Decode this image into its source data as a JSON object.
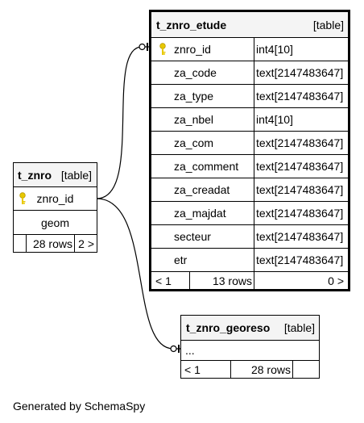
{
  "tables": {
    "etude": {
      "name": "t_znro_etude",
      "kind": "[table]",
      "columns": [
        {
          "name": "znro_id",
          "type": "int4[10]",
          "pk": true
        },
        {
          "name": "za_code",
          "type": "text[2147483647]"
        },
        {
          "name": "za_type",
          "type": "text[2147483647]"
        },
        {
          "name": "za_nbel",
          "type": "int4[10]"
        },
        {
          "name": "za_com",
          "type": "text[2147483647]"
        },
        {
          "name": "za_comment",
          "type": "text[2147483647]"
        },
        {
          "name": "za_creadat",
          "type": "text[2147483647]"
        },
        {
          "name": "za_majdat",
          "type": "text[2147483647]"
        },
        {
          "name": "secteur",
          "type": "text[2147483647]"
        },
        {
          "name": "etr",
          "type": "text[2147483647]"
        }
      ],
      "footer": {
        "parents": "< 1",
        "rows": "13 rows",
        "children": "0 >"
      }
    },
    "znro": {
      "name": "t_znro",
      "kind": "[table]",
      "columns": [
        {
          "name": "znro_id",
          "pk": true
        },
        {
          "name": "geom"
        }
      ],
      "footer": {
        "parents": "",
        "rows": "28 rows",
        "children": "2 >"
      }
    },
    "georeso": {
      "name": "t_znro_georeso",
      "kind": "[table]",
      "elided": "...",
      "footer": {
        "parents": "< 1",
        "rows": "28 rows",
        "children": ""
      }
    }
  },
  "footer_text": "Generated by SchemaSpy",
  "colors": {
    "border": "#000000",
    "title_bg": "#f4f4f4",
    "key": "#e8c800"
  },
  "icons": {
    "primary_key": "key-icon"
  }
}
